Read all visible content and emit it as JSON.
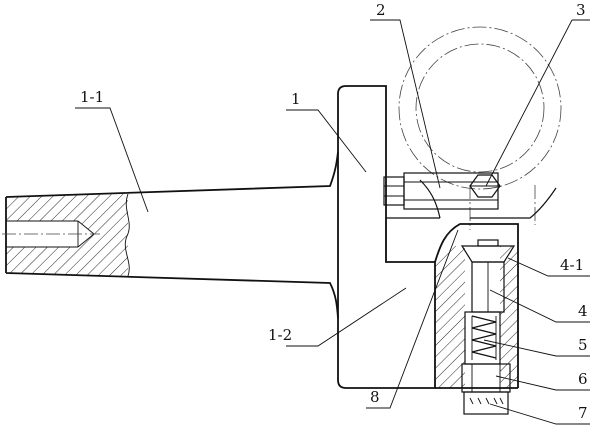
{
  "labels": {
    "l1_1": "1-1",
    "l1": "1",
    "l2": "2",
    "l3": "3",
    "l4_1": "4-1",
    "l1_2": "1-2",
    "l4": "4",
    "l5": "5",
    "l6": "6",
    "l7": "7",
    "l8": "8"
  },
  "colors": {
    "line": "#111111",
    "centerline": "#444444",
    "background": "#ffffff"
  }
}
